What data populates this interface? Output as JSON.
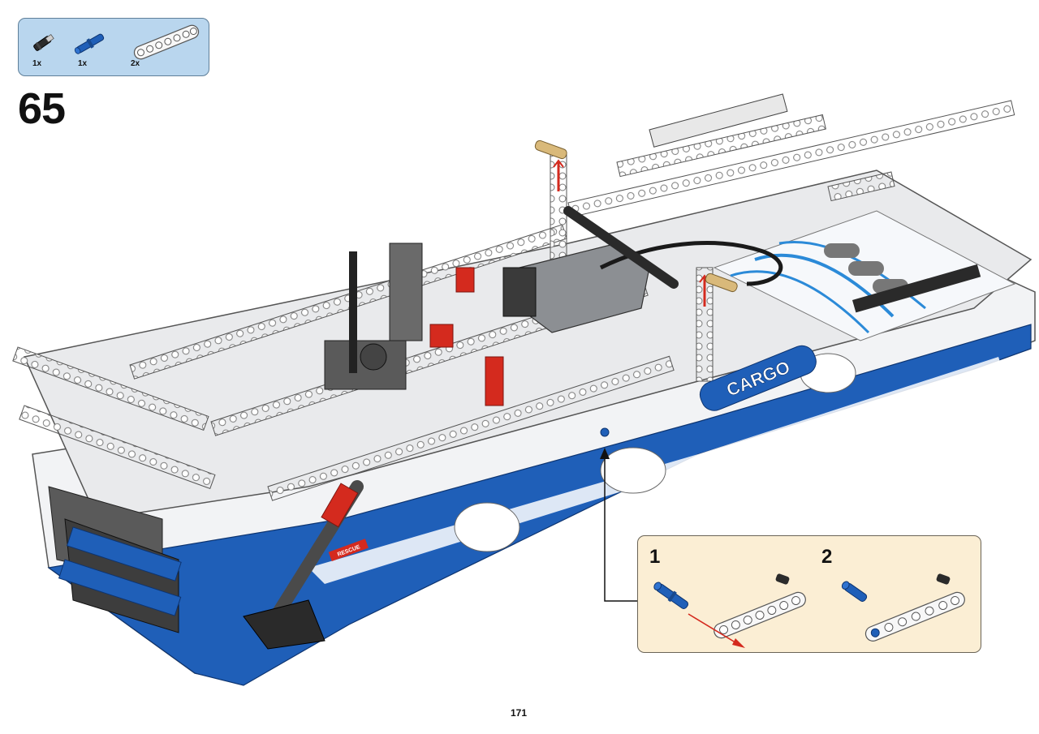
{
  "parts_list": [
    {
      "part": "black-axle-pin-with-bush",
      "qty": "1x"
    },
    {
      "part": "blue-axle-pin",
      "qty": "1x"
    },
    {
      "part": "white-liftarm-7-module",
      "qty": "2x"
    }
  ],
  "step_number": "65",
  "model": {
    "decals": [
      "CARGO",
      "RESCUE"
    ]
  },
  "callout": {
    "substeps": [
      {
        "number": "1"
      },
      {
        "number": "2"
      }
    ]
  },
  "page_number": "171",
  "colors": {
    "parts_box": "#b9d6ee",
    "callout_box": "#fbeed4",
    "technic_blue": "#1f5fb8",
    "technic_white": "#f4f4f4",
    "technic_red": "#d42a1e",
    "technic_dark_gray": "#4a4a4a"
  }
}
